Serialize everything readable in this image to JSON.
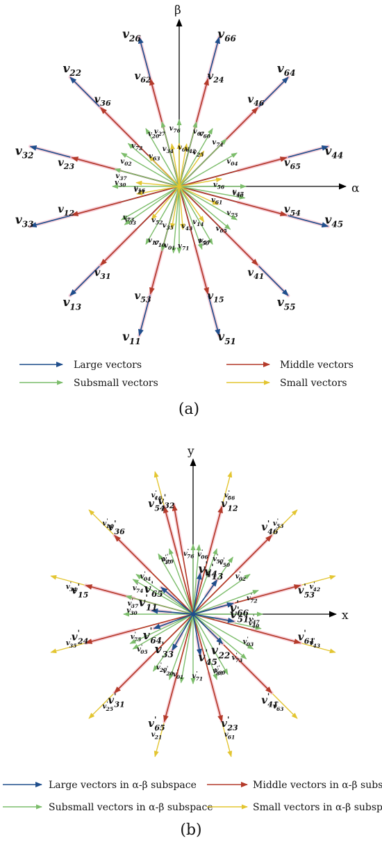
{
  "colors": {
    "large": "#1f4e8c",
    "middle": "#b43a2a",
    "subsmall": "#7cbd6b",
    "small": "#e3c531",
    "highlight": "#f7c6d2"
  },
  "panel_a": {
    "caption": "(a)",
    "axis_x": "α",
    "axis_y": "β",
    "legend": {
      "large": "Large vectors",
      "middle": "Middle vectors",
      "subsmall": "Subsmall vectors",
      "small": "Small vectors"
    },
    "vectors": [
      {
        "label": "26",
        "type": "large",
        "angle": 105
      },
      {
        "label": "66",
        "type": "large",
        "angle": 75
      },
      {
        "label": "64",
        "type": "large",
        "angle": 45
      },
      {
        "label": "44",
        "type": "large",
        "angle": 15
      },
      {
        "label": "45",
        "type": "large",
        "angle": -15
      },
      {
        "label": "55",
        "type": "large",
        "angle": -45
      },
      {
        "label": "51",
        "type": "large",
        "angle": -75
      },
      {
        "label": "11",
        "type": "large",
        "angle": -105
      },
      {
        "label": "13",
        "type": "large",
        "angle": -135
      },
      {
        "label": "33",
        "type": "large",
        "angle": -165
      },
      {
        "label": "32",
        "type": "large",
        "angle": 165
      },
      {
        "label": "22",
        "type": "large",
        "angle": 135
      },
      {
        "label": "62",
        "type": "middle",
        "angle": 105
      },
      {
        "label": "24",
        "type": "middle",
        "angle": 75
      },
      {
        "label": "46",
        "type": "middle",
        "angle": 45
      },
      {
        "label": "65",
        "type": "middle",
        "angle": 15
      },
      {
        "label": "54",
        "type": "middle",
        "angle": -15
      },
      {
        "label": "41",
        "type": "middle",
        "angle": -45
      },
      {
        "label": "15",
        "type": "middle",
        "angle": -75
      },
      {
        "label": "53",
        "type": "middle",
        "angle": -105
      },
      {
        "label": "31",
        "type": "middle",
        "angle": -135
      },
      {
        "label": "12",
        "type": "middle",
        "angle": -165
      },
      {
        "label": "23",
        "type": "middle",
        "angle": 165
      },
      {
        "label": "36",
        "type": "middle",
        "angle": 135
      },
      {
        "label": "27",
        "type": "subsmall",
        "angle": 105
      },
      {
        "label": "67",
        "type": "subsmall",
        "angle": 75
      },
      {
        "label": "74",
        "type": "subsmall",
        "angle": 45
      },
      {
        "label": "47",
        "type": "subsmall",
        "angle": 0
      },
      {
        "label": "75",
        "type": "subsmall",
        "angle": -30
      },
      {
        "label": "57",
        "type": "subsmall",
        "angle": -60
      },
      {
        "label": "71",
        "type": "subsmall",
        "angle": -90
      },
      {
        "label": "10",
        "type": "subsmall",
        "angle": -105
      },
      {
        "label": "03",
        "type": "subsmall",
        "angle": -150
      },
      {
        "label": "30",
        "type": "subsmall",
        "angle": 180
      },
      {
        "label": "02",
        "type": "subsmall",
        "angle": 150
      },
      {
        "label": "20",
        "type": "subsmall",
        "angle": 120
      },
      {
        "label": "76",
        "type": "subsmall",
        "angle": 90
      },
      {
        "label": "06",
        "type": "small",
        "angle": 90
      },
      {
        "label": "60",
        "type": "subsmall",
        "angle": 60
      },
      {
        "label": "04",
        "type": "subsmall",
        "angle": 30
      },
      {
        "label": "40",
        "type": "subsmall",
        "angle": -10
      },
      {
        "label": "05",
        "type": "subsmall",
        "angle": -40
      },
      {
        "label": "50",
        "type": "subsmall",
        "angle": -70
      },
      {
        "label": "01",
        "type": "subsmall",
        "angle": -95
      },
      {
        "label": "17",
        "type": "subsmall",
        "angle": -120
      },
      {
        "label": "73",
        "type": "subsmall",
        "angle": -145
      },
      {
        "label": "37",
        "type": "subsmall",
        "angle": 165
      },
      {
        "label": "72",
        "type": "subsmall",
        "angle": 140
      },
      {
        "label": "34",
        "type": "small",
        "angle": 100
      },
      {
        "label": "42",
        "type": "small",
        "angle": 80
      },
      {
        "label": "25",
        "type": "small",
        "angle": 55
      },
      {
        "label": "56",
        "type": "small",
        "angle": 10
      },
      {
        "label": "61",
        "type": "small",
        "angle": -25
      },
      {
        "label": "14",
        "type": "small",
        "angle": -55
      },
      {
        "label": "43",
        "type": "small",
        "angle": -85
      },
      {
        "label": "35",
        "type": "small",
        "angle": -100
      },
      {
        "label": "52",
        "type": "small",
        "angle": -130
      },
      {
        "label": "21",
        "type": "small",
        "angle": -170
      },
      {
        "label": "16",
        "type": "small",
        "angle": 175
      },
      {
        "label": "63",
        "type": "small",
        "angle": 135
      }
    ]
  },
  "panel_b": {
    "caption": "(b)",
    "axis_x": "x",
    "axis_y": "y",
    "legend": {
      "large": "Large vectors in α-β subspace",
      "middle": "Middle vectors in α-β subspace",
      "subsmall": "Subsmall vectors in α-β subspace",
      "small": "Small vectors in α-β subspace"
    },
    "vectors": [
      {
        "label": "16",
        "type": "small",
        "angle": 105
      },
      {
        "label": "56",
        "type": "small",
        "angle": 75
      },
      {
        "label": "53",
        "type": "small",
        "angle": 45
      },
      {
        "label": "42",
        "type": "small",
        "angle": 15
      },
      {
        "label": "43",
        "type": "small",
        "angle": -15
      },
      {
        "label": "63",
        "type": "small",
        "angle": -45
      },
      {
        "label": "61",
        "type": "small",
        "angle": -75
      },
      {
        "label": "21",
        "type": "small",
        "angle": -105
      },
      {
        "label": "25",
        "type": "small",
        "angle": -135
      },
      {
        "label": "35",
        "type": "small",
        "angle": -165
      },
      {
        "label": "34",
        "type": "small",
        "angle": 165
      },
      {
        "label": "14",
        "type": "small",
        "angle": 135
      },
      {
        "label": "54",
        "type": "middle",
        "angle": 105
      },
      {
        "label": "12",
        "type": "middle",
        "angle": 75
      },
      {
        "label": "46",
        "type": "middle",
        "angle": 45
      },
      {
        "label": "53",
        "type": "middle",
        "angle": 15
      },
      {
        "label": "61",
        "type": "middle",
        "angle": -15
      },
      {
        "label": "41",
        "type": "middle",
        "angle": -45
      },
      {
        "label": "23",
        "type": "middle",
        "angle": -75
      },
      {
        "label": "65",
        "type": "middle",
        "angle": -105
      },
      {
        "label": "31",
        "type": "middle",
        "angle": -135
      },
      {
        "label": "24",
        "type": "middle",
        "angle": -165
      },
      {
        "label": "15",
        "type": "middle",
        "angle": 165
      },
      {
        "label": "36",
        "type": "middle",
        "angle": 135
      },
      {
        "label": "10",
        "type": "subsmall",
        "angle": 110
      },
      {
        "label": "57",
        "type": "subsmall",
        "angle": 70
      },
      {
        "label": "02",
        "type": "subsmall",
        "angle": 35
      },
      {
        "label": "47",
        "type": "subsmall",
        "angle": 0
      },
      {
        "label": "03",
        "type": "subsmall",
        "angle": -30
      },
      {
        "label": "60",
        "type": "subsmall",
        "angle": -60
      },
      {
        "label": "71",
        "type": "subsmall",
        "angle": -90
      },
      {
        "label": "20",
        "type": "subsmall",
        "angle": -110
      },
      {
        "label": "05",
        "type": "subsmall",
        "angle": -150
      },
      {
        "label": "30",
        "type": "subsmall",
        "angle": 180
      },
      {
        "label": "74",
        "type": "subsmall",
        "angle": 150
      },
      {
        "label": "17",
        "type": "subsmall",
        "angle": 120
      },
      {
        "label": "76",
        "type": "subsmall",
        "angle": 90
      },
      {
        "label": "06",
        "type": "subsmall",
        "angle": 85
      },
      {
        "label": "50",
        "type": "subsmall",
        "angle": 55
      },
      {
        "label": "72",
        "type": "subsmall",
        "angle": 20
      },
      {
        "label": "40",
        "type": "subsmall",
        "angle": -12
      },
      {
        "label": "73",
        "type": "subsmall",
        "angle": -40
      },
      {
        "label": "67",
        "type": "subsmall",
        "angle": -70
      },
      {
        "label": "01",
        "type": "subsmall",
        "angle": -100
      },
      {
        "label": "27",
        "type": "subsmall",
        "angle": -125
      },
      {
        "label": "75",
        "type": "subsmall",
        "angle": -155
      },
      {
        "label": "37",
        "type": "subsmall",
        "angle": 165
      },
      {
        "label": "04",
        "type": "subsmall",
        "angle": 145
      },
      {
        "label": "32",
        "type": "middle",
        "angle": 100
      },
      {
        "label": "44",
        "type": "large",
        "angle": 80
      },
      {
        "label": "13",
        "type": "large",
        "angle": 55
      },
      {
        "label": "66",
        "type": "large",
        "angle": 15
      },
      {
        "label": "51",
        "type": "large",
        "angle": -10
      },
      {
        "label": "22",
        "type": "large",
        "angle": -45
      },
      {
        "label": "45",
        "type": "large",
        "angle": -80
      },
      {
        "label": "33",
        "type": "large",
        "angle": -120
      },
      {
        "label": "64",
        "type": "large",
        "angle": -160
      },
      {
        "label": "11",
        "type": "large",
        "angle": 175
      },
      {
        "label": "65",
        "type": "large",
        "angle": 140
      }
    ]
  }
}
